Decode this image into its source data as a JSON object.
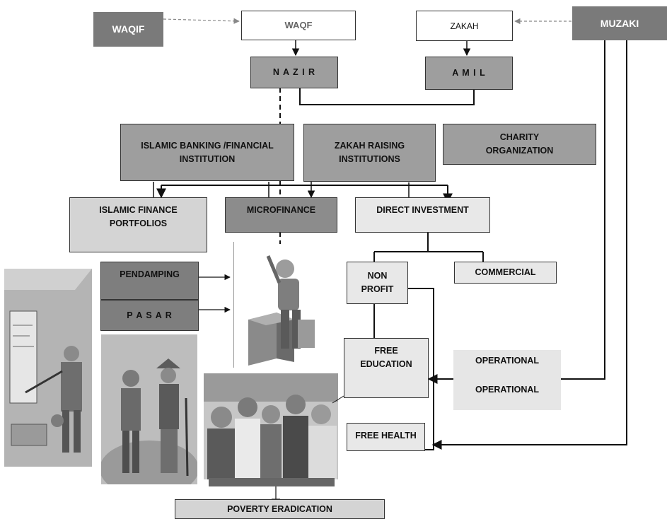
{
  "nodes": {
    "waqif": "WAQIF",
    "waqf": "WAQF",
    "zakah": "ZAKAH",
    "muzaki": "MUZAKI",
    "nazir": "N A Z I R",
    "amil": "A M I L",
    "islamic_banking": "ISLAMIC BANKING /FINANCIAL INSTITUTION",
    "zakah_raising": "ZAKAH RAISING INSTITUTIONS",
    "charity": "CHARITY ORGANIZATION",
    "islamic_finance": "ISLAMIC FINANCE PORTFOLIOS",
    "microfinance": "MICROFINANCE",
    "direct_investment": "DIRECT INVESTMENT",
    "pendamping": "PENDAMPING",
    "pasar": "P A S A R",
    "non_profit": "NON PROFIT",
    "commercial": "COMMERCIAL",
    "free_education": "FREE EDUCATION",
    "operational_1": "OPERATIONAL",
    "operational_2": "OPERATIONAL",
    "free_health": "FREE HEALTH",
    "poverty": "POVERTY ERADICATION"
  },
  "colors": {
    "dark": "#7a7a7a",
    "mid": "#9e9e9e",
    "light": "#d4d4d4",
    "line": "#111111",
    "dashed": "#888888"
  },
  "illustrations": [
    "teacher-at-blackboard-illustration",
    "market-conversation-illustration",
    "woodworker-illustration",
    "family-group-photo"
  ]
}
